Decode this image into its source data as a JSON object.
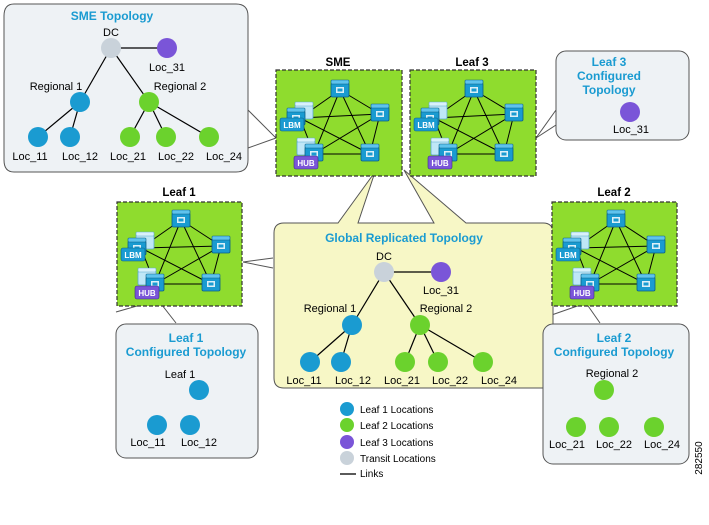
{
  "colors": {
    "leaf1": "#1a9bd1",
    "leaf2": "#6bd22d",
    "leaf3": "#7a55d8",
    "transit": "#c9d2da",
    "title_blue": "#1a9bd1",
    "cluster_green": "#8fdc2e",
    "panel_gray": "#eef2f5",
    "panel_yellow": "#f7f7c6"
  },
  "sme_topology": {
    "title": "SME Topology",
    "dc": "DC",
    "loc_31": "Loc_31",
    "regional_1": "Regional 1",
    "regional_2": "Regional 2",
    "loc_11": "Loc_11",
    "loc_12": "Loc_12",
    "loc_21": "Loc_21",
    "loc_22": "Loc_22",
    "loc_24": "Loc_24"
  },
  "clusters": {
    "sme": "SME",
    "leaf3": "Leaf 3",
    "leaf1": "Leaf 1",
    "leaf2": "Leaf 2",
    "lbm": "LBM",
    "hub": "HUB"
  },
  "leaf3_configured": {
    "title_line1": "Leaf 3",
    "title_line2": "Configured",
    "title_line3": "Topology",
    "loc_31": "Loc_31"
  },
  "global_topology": {
    "title": "Global Replicated Topology",
    "dc": "DC",
    "loc_31": "Loc_31",
    "regional_1": "Regional 1",
    "regional_2": "Regional 2",
    "loc_11": "Loc_11",
    "loc_12": "Loc_12",
    "loc_21": "Loc_21",
    "loc_22": "Loc_22",
    "loc_24": "Loc_24"
  },
  "leaf1_configured": {
    "title_line1": "Leaf 1",
    "title_line2": "Configured Topology",
    "leaf": "Leaf 1",
    "loc_11": "Loc_11",
    "loc_12": "Loc_12"
  },
  "leaf2_configured": {
    "title_line1": "Leaf 2",
    "title_line2": "Configured Topology",
    "regional_2": "Regional 2",
    "loc_21": "Loc_21",
    "loc_22": "Loc_22",
    "loc_24": "Loc_24"
  },
  "legend": {
    "leaf1": "Leaf 1 Locations",
    "leaf2": "Leaf 2 Locations",
    "leaf3": "Leaf 3 Locations",
    "transit": "Transit Locations",
    "links": "Links"
  },
  "figure_id": "282550"
}
